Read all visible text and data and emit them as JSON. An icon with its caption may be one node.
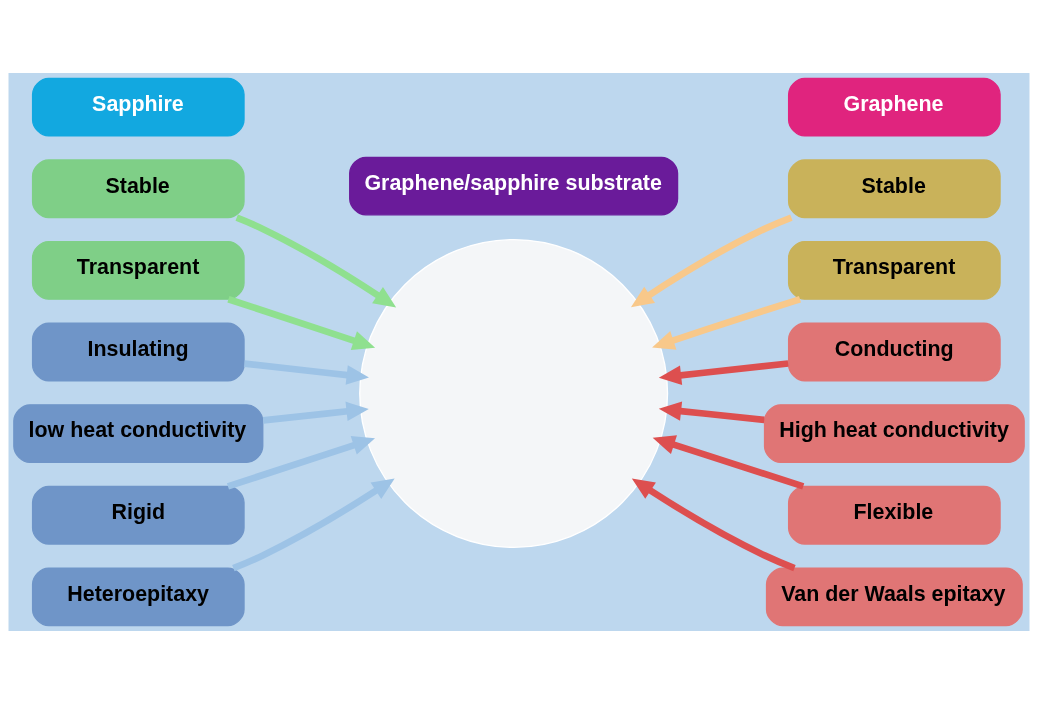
{
  "diagram": {
    "nodes": [
      {
        "text": [
          "Graphene/sapphire substrate"
        ]
      },
      {
        "text": [
          "Sapphire"
        ]
      },
      {
        "text": [
          "Graphene"
        ]
      },
      {
        "text": [
          "Stable"
        ]
      },
      {
        "text": [
          "Transparent"
        ]
      },
      {
        "text": [
          "Insulating"
        ]
      },
      {
        "text": [
          "low heat conductivity"
        ]
      },
      {
        "text": [
          "Rigid"
        ]
      },
      {
        "text": [
          "Heteroepitaxy"
        ]
      },
      {
        "text": [
          "Stable"
        ]
      },
      {
        "text": [
          "Transparent"
        ]
      },
      {
        "text": [
          "Conducting"
        ]
      },
      {
        "text": [
          "High heat conductivity"
        ]
      },
      {
        "text": [
          "Flexible"
        ]
      },
      {
        "text": [
          "Van der Waals epitaxy"
        ]
      },
      {
        "text": [],
        "shape": "circle"
      }
    ],
    "edges": [
      {
        "from": 3,
        "to": 15,
        "arrow": "to",
        "color": "#8fe08f"
      },
      {
        "from": 4,
        "to": 15,
        "arrow": "to",
        "color": "#8fe08f"
      },
      {
        "from": 5,
        "to": 15,
        "arrow": "to"
      },
      {
        "from": 6,
        "to": 15,
        "arrow": "to"
      },
      {
        "from": 7,
        "to": 15,
        "arrow": "to"
      },
      {
        "from": 8,
        "to": 15,
        "arrow": "to"
      },
      {
        "from": 9,
        "to": 15,
        "arrow": "to",
        "color": "#f8c88a"
      },
      {
        "from": 10,
        "to": 15,
        "arrow": "to",
        "color": "#f8c88a"
      },
      {
        "from": 11,
        "to": 15,
        "arrow": "to",
        "color": "#dd4f4f"
      },
      {
        "from": 12,
        "to": 15,
        "arrow": "to",
        "color": "#dd4f4f"
      },
      {
        "from": 13,
        "to": 15,
        "arrow": "to",
        "color": "#dd4f4f"
      },
      {
        "from": 14,
        "to": 15,
        "arrow": "to",
        "color": "#dd4f4f"
      }
    ]
  }
}
